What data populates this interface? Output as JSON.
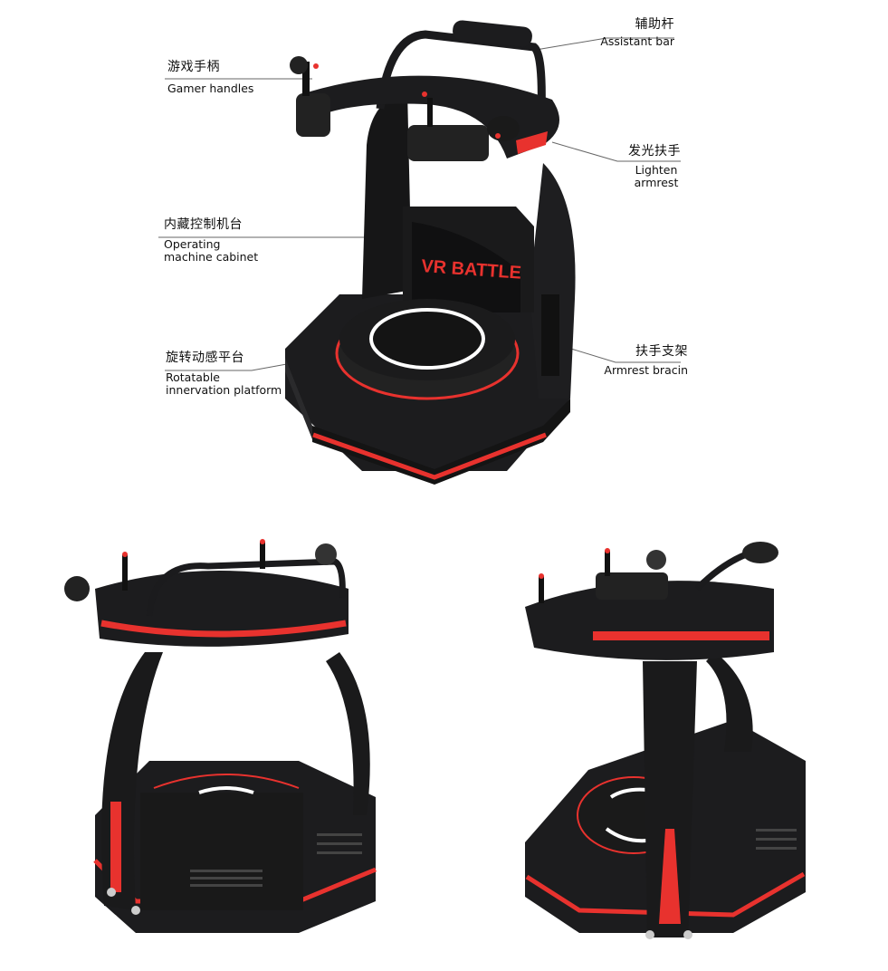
{
  "callouts": [
    {
      "cn": "辅助杆",
      "en": "Assistant bar"
    },
    {
      "cn": "游戏手柄",
      "en": "Gamer handles"
    },
    {
      "cn": "发光扶手",
      "en": "Lighten armrest"
    },
    {
      "cn": "内藏控制机台",
      "en": "Operating machine cabinet"
    },
    {
      "cn": "旋转动感平台",
      "en": "Rotatable innervation platform"
    },
    {
      "cn": "扶手支架",
      "en": "Armrest bracin"
    }
  ],
  "product_logo": "VR BATTLE",
  "colors": {
    "body": "#1b1b1d",
    "accent_red": "#e8322e",
    "ring_white": "#ffffff",
    "leader_line": "#666666"
  }
}
